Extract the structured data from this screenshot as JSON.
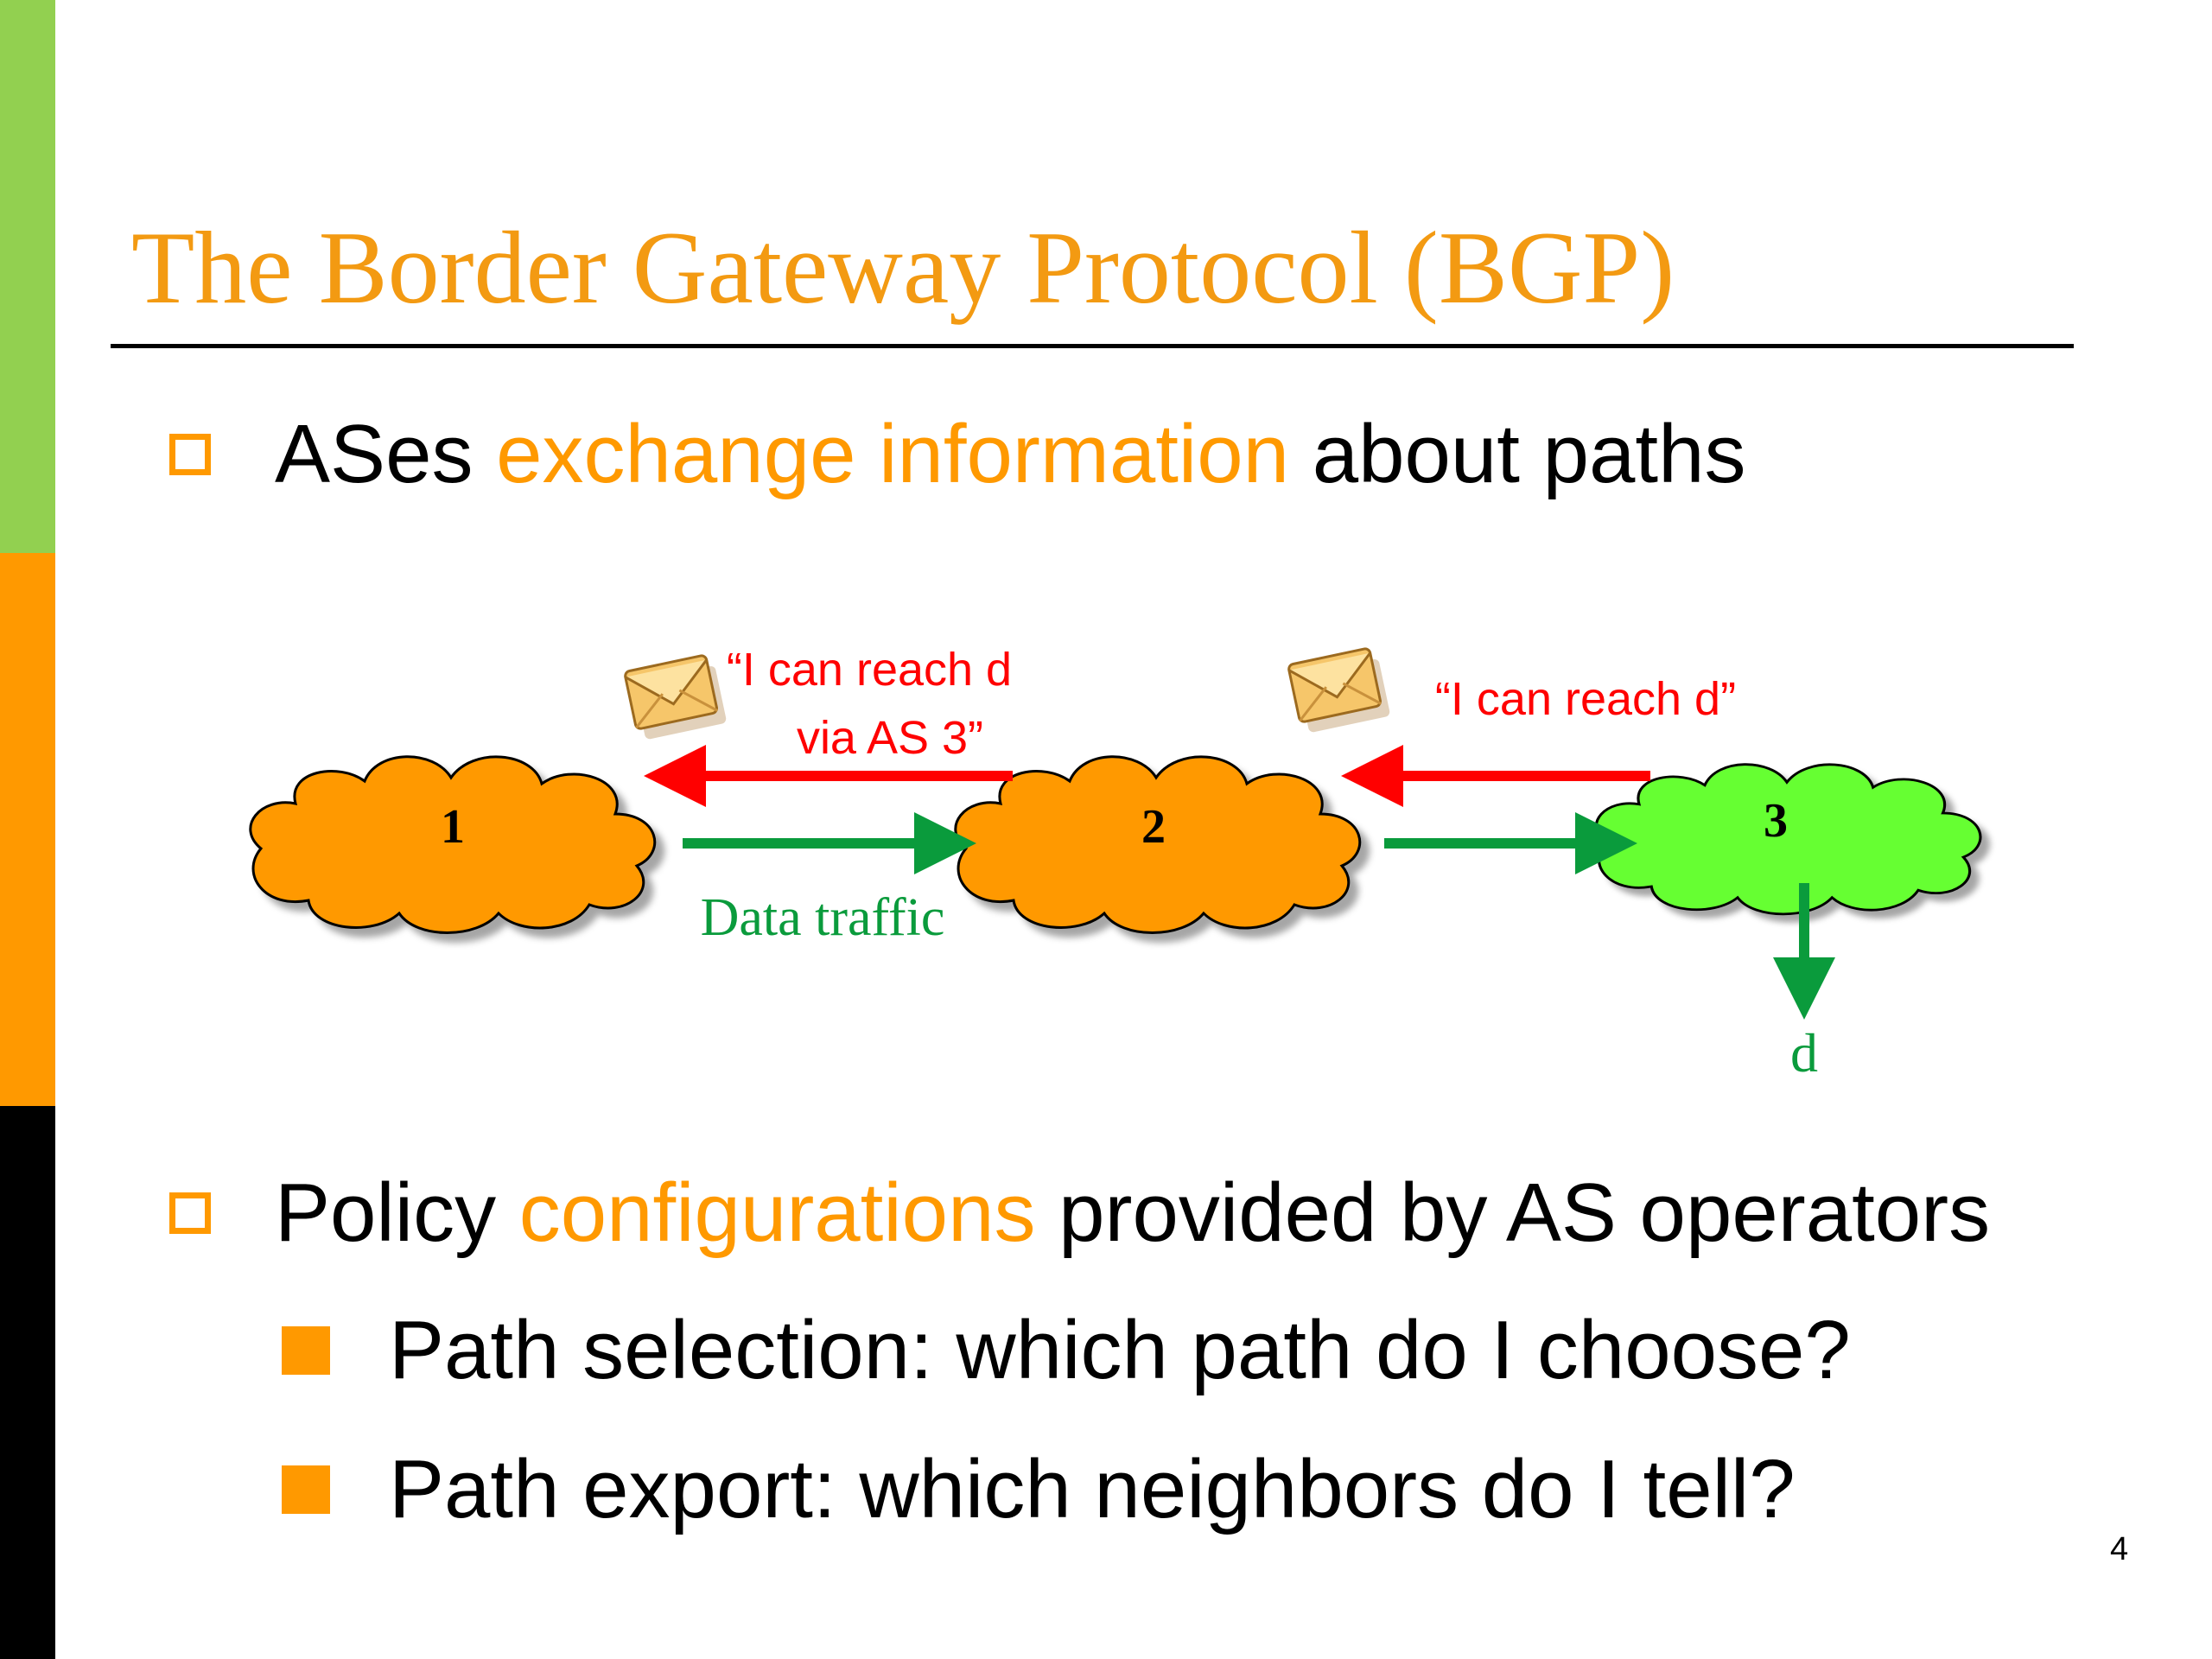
{
  "slide": {
    "title": "The Border Gateway Protocol (BGP)",
    "page_number": "4"
  },
  "bullets": [
    {
      "parts": [
        "ASes",
        "exchange information",
        "about paths"
      ]
    },
    {
      "parts": [
        "Policy",
        "configurations",
        "provided by AS operators"
      ]
    }
  ],
  "sub_bullets": [
    {
      "text": "Path selection: which path do I choose?"
    },
    {
      "text": "Path export: which neighbors do I tell?"
    }
  ],
  "diagram": {
    "nodes": [
      {
        "label": "1",
        "color": "#ff9900"
      },
      {
        "label": "2",
        "color": "#ff9900"
      },
      {
        "label": "3",
        "color": "#66ff33"
      }
    ],
    "announcement_left": [
      "“I can reach d",
      "via AS 3”"
    ],
    "announcement_right": "“I can reach d”",
    "data_traffic_label": "Data traffic",
    "destination_label": "d",
    "colors": {
      "announcement": "#ff0000",
      "traffic": "#0a9b3c"
    },
    "icons": [
      "envelope-icon",
      "envelope-icon"
    ]
  }
}
